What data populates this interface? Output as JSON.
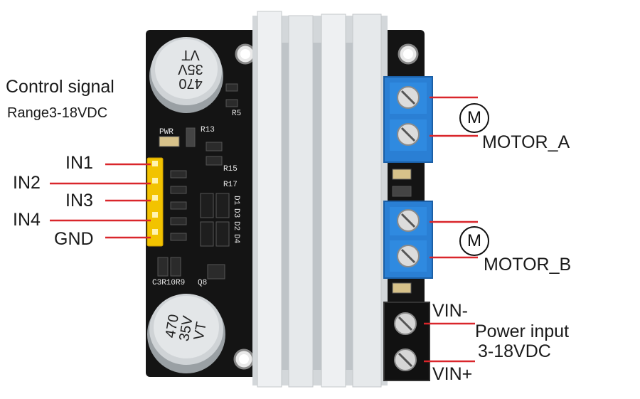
{
  "control": {
    "title": "Control signal",
    "range": "Range3-18VDC"
  },
  "inputs": [
    "IN1",
    "IN2",
    "IN3",
    "IN4",
    "GND"
  ],
  "motors": {
    "a_label": "MOTOR_A",
    "b_label": "MOTOR_B",
    "symbol": "M"
  },
  "power": {
    "vin_minus": "VIN-",
    "vin_plus": "VIN+",
    "title": "Power input",
    "range": "3-18VDC"
  },
  "board": {
    "cap_text_line1": "470",
    "cap_text_line2": "35V",
    "cap_text_line3": "VT",
    "silk": {
      "pwr": "PWR",
      "r13": "R13",
      "r5": "R5",
      "r15": "R15",
      "r17": "R17",
      "d1": "D1",
      "d2": "D2",
      "d3": "D3",
      "d4": "D4",
      "r9": "C3R10R9",
      "q8": "Q8"
    }
  },
  "colors": {
    "pcb": "#141414",
    "heatsink": "#e4e7ea",
    "terminal": "#2a7fd4",
    "header": "#f2c300",
    "wire": "#d9262b"
  }
}
